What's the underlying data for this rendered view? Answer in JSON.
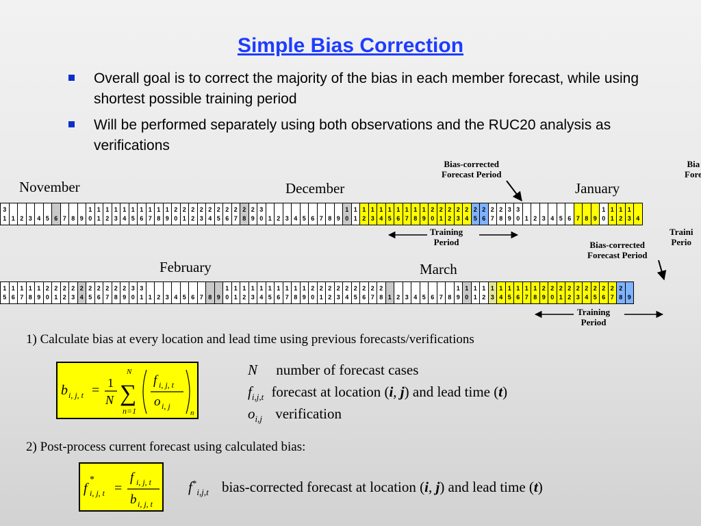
{
  "title": "Simple Bias Correction",
  "bullets": [
    "Overall goal is to correct the majority of the bias in each member forecast, while using shortest possible training period",
    "Will be performed separately using both observations and the RUC20 analysis as verifications"
  ],
  "months": {
    "november": "November",
    "december": "December",
    "january": "January",
    "february": "February",
    "march": "March"
  },
  "notes": {
    "bias_corrected_1": "Bias-corrected",
    "bias_corrected_2": "Forecast Period",
    "training_1": "Training",
    "training_2": "Period",
    "bias_cut_1": "Bia",
    "bias_cut_2": "Fore",
    "training_cut_1": "Traini",
    "training_cut_2": "Perio"
  },
  "row1": {
    "top": [
      "3",
      "",
      "",
      "",
      "",
      "",
      "",
      "",
      "",
      "",
      "1",
      "1",
      "1",
      "1",
      "1",
      "1",
      "1",
      "1",
      "1",
      "1",
      "2",
      "2",
      "2",
      "2",
      "2",
      "2",
      "2",
      "2",
      "2",
      "2",
      "3",
      "",
      "",
      "",
      "",
      "",
      "",
      "",
      "",
      "",
      "1",
      "1",
      "1",
      "1",
      "1",
      "1",
      "1",
      "1",
      "1",
      "1",
      "2",
      "2",
      "2",
      "2",
      "2",
      "2",
      "2",
      "2",
      "2",
      "3",
      "3",
      "",
      "",
      "",
      "",
      "",
      "",
      "",
      "",
      "",
      "1",
      "1",
      "1",
      "1"
    ],
    "bottom": [
      "1",
      "1",
      "2",
      "3",
      "4",
      "5",
      "6",
      "7",
      "8",
      "9",
      "0",
      "1",
      "2",
      "3",
      "4",
      "5",
      "6",
      "7",
      "8",
      "9",
      "0",
      "1",
      "2",
      "3",
      "4",
      "5",
      "6",
      "7",
      "8",
      "9",
      "0",
      "1",
      "2",
      "3",
      "4",
      "5",
      "6",
      "7",
      "8",
      "9",
      "0",
      "1",
      "2",
      "3",
      "4",
      "5",
      "6",
      "7",
      "8",
      "9",
      "0",
      "1",
      "2",
      "3",
      "4",
      "5",
      "6",
      "7",
      "8",
      "9",
      "0",
      "1",
      "2",
      "3",
      "4",
      "5",
      "6",
      "7",
      "8",
      "9",
      "0",
      "1",
      "2",
      "3",
      "4"
    ],
    "colors": "wwwwwwgwwwwwwwwwwwwwwwwwwwwwgwwwwwwwwwwwgwyyyyyyyyyyyyybbwwwwwwwwwwyyywyyyy"
  },
  "row2": {
    "top": [
      "1",
      "1",
      "1",
      "1",
      "1",
      "2",
      "2",
      "2",
      "2",
      "2",
      "2",
      "2",
      "2",
      "2",
      "2",
      "3",
      "3",
      "",
      "",
      "",
      "",
      "",
      "",
      "",
      "",
      "",
      "1",
      "1",
      "1",
      "1",
      "1",
      "1",
      "1",
      "1",
      "1",
      "1",
      "2",
      "2",
      "2",
      "2",
      "2",
      "2",
      "2",
      "2",
      "2",
      "",
      "",
      "",
      "",
      "",
      "",
      "",
      "",
      "1",
      "1",
      "1",
      "1",
      "1",
      "1",
      "1",
      "1",
      "1",
      "1",
      "2",
      "2",
      "2",
      "2",
      "2",
      "2",
      "2",
      "2",
      "2",
      "2"
    ],
    "bottom": [
      "5",
      "6",
      "7",
      "8",
      "9",
      "0",
      "1",
      "2",
      "3",
      "4",
      "5",
      "6",
      "7",
      "8",
      "9",
      "0",
      "1",
      "1",
      "2",
      "3",
      "4",
      "5",
      "6",
      "7",
      "8",
      "9",
      "0",
      "1",
      "2",
      "3",
      "4",
      "5",
      "6",
      "7",
      "8",
      "9",
      "0",
      "1",
      "2",
      "3",
      "4",
      "5",
      "6",
      "7",
      "8",
      "1",
      "2",
      "3",
      "4",
      "5",
      "6",
      "7",
      "8",
      "9",
      "0",
      "1",
      "2",
      "3",
      "4",
      "5",
      "6",
      "7",
      "8",
      "9",
      "0",
      "1",
      "2",
      "3",
      "4",
      "5",
      "6",
      "7",
      "8",
      "9"
    ],
    "colors": "wwwwwwwwwgwwwwwwwwwwwwwwggwwwwwwwwwwwwwwwwwwwgwwwwwwwwgwwoyyyyyyyyyyyyyybb"
  },
  "step1": "1) Calculate bias at every location and lead time using previous forecasts/verifications",
  "step2": "2) Post-process current forecast using calculated bias:",
  "formula1": {
    "lhs": "b",
    "lhs_sub": "i, j, t",
    "eq": "=",
    "one": "1",
    "N": "N",
    "sum_top": "N",
    "sum_sym": "∑",
    "sum_bot": "n=1",
    "num": "f",
    "num_sub": "i, j, t",
    "den": "o",
    "den_sub": "i, j",
    "outer_sub": "n"
  },
  "defs": {
    "n_sym": "N",
    "n_text": "number of forecast cases",
    "f_sym": "f",
    "f_sub": "i,j,t",
    "f_text_a": "forecast at location (",
    "f_i": "i",
    "f_comma": ", ",
    "f_j": "j",
    "f_text_b": ") and lead time (",
    "f_t": "t",
    "f_text_c": ")",
    "o_sym": "o",
    "o_sub": "i,j",
    "o_text": "verification"
  },
  "formula2": {
    "lhs": "f",
    "lhs_star": "*",
    "lhs_sub": "i, j, t",
    "eq": "=",
    "num": "f",
    "num_sub": "i, j, t",
    "den": "b",
    "den_sub": "i, j, t"
  },
  "def2": {
    "sym": "f",
    "star": "*",
    "sub": "i,j,t",
    "text_a": "bias-corrected forecast at location (",
    "i": "i",
    "comma": ", ",
    "j": "j",
    "text_b": ") and lead time (",
    "t": "t",
    "text_c": ")"
  },
  "colors": {
    "title": "#1e3cff",
    "bullet": "#0b2fc9",
    "yellow": "#ffff00",
    "blue": "#7fb2ff",
    "gray": "#c8c8c8"
  }
}
